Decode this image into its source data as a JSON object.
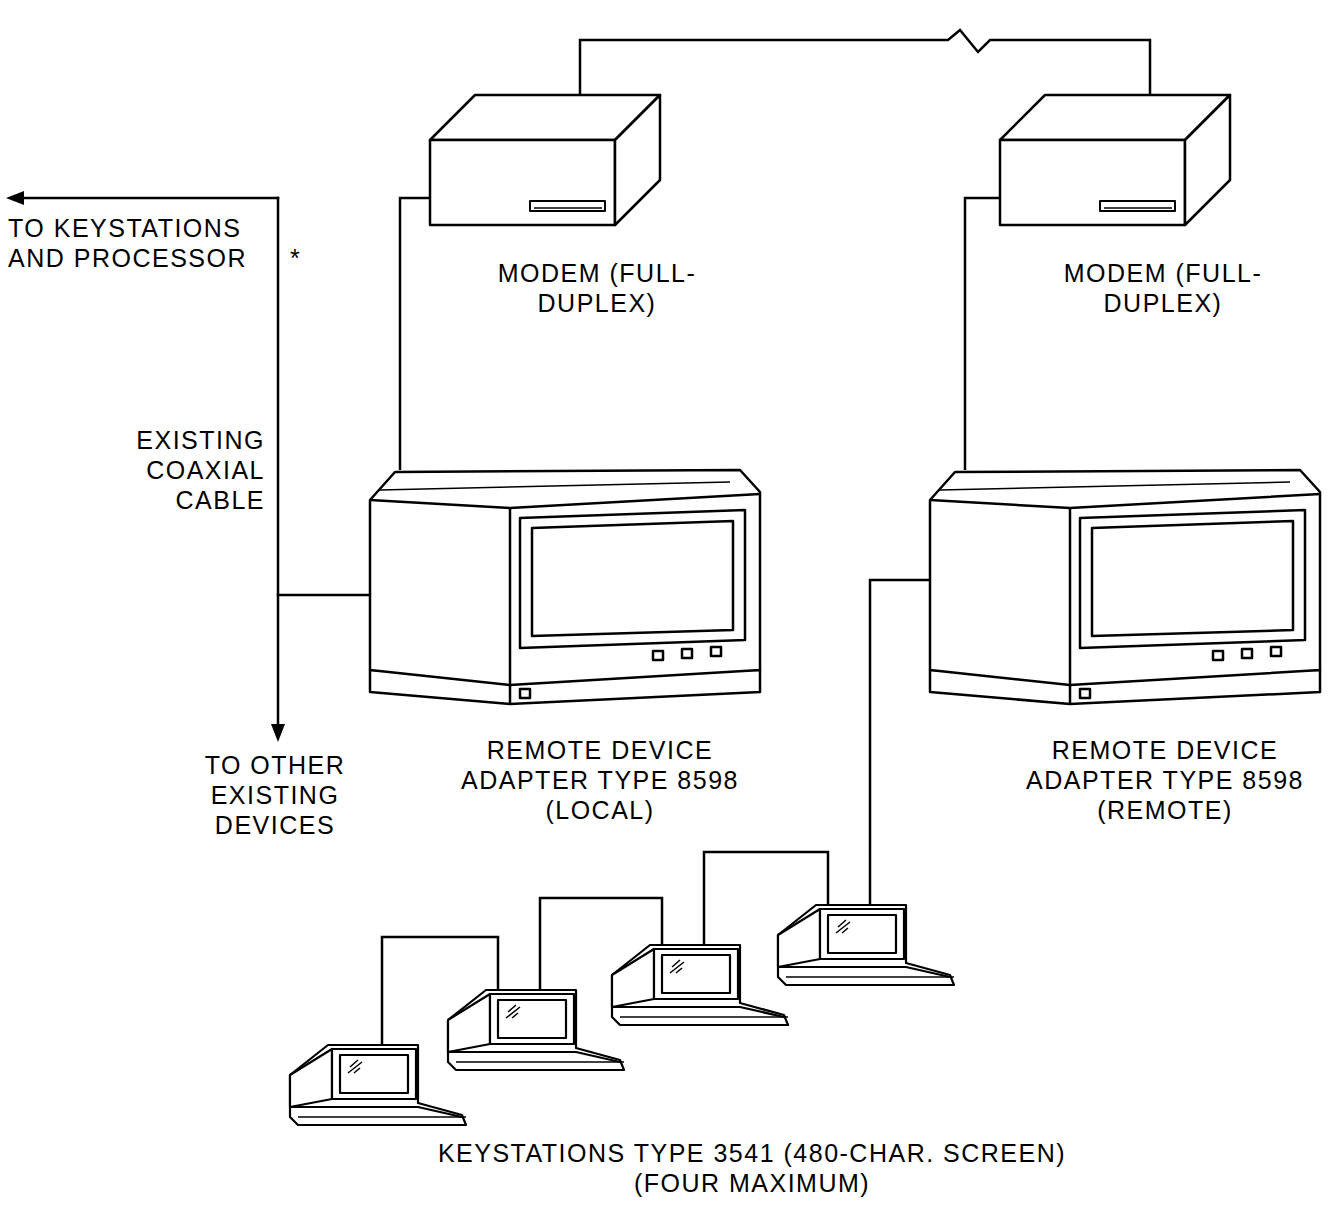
{
  "diagram": {
    "nodes": [
      {
        "text": [
          "MODEM (FULL-DUPLEX)"
        ]
      },
      {
        "text": [
          "MODEM (FULL-DUPLEX)"
        ]
      },
      {
        "text": [
          "REMOTE DEVICE ADAPTER TYPE 8598 (LOCAL)"
        ]
      },
      {
        "text": [
          "REMOTE DEVICE ADAPTER TYPE 8598 (REMOTE)"
        ]
      },
      {
        "text": [
          "KEYSTATIONS TYPE 3541 (480-CHAR. SCREEN) (FOUR MAXIMUM)"
        ]
      }
    ],
    "edges": [
      {
        "from": 0,
        "to": 1,
        "arrow": "none"
      },
      {
        "from": 0,
        "to": 2,
        "arrow": "none"
      },
      {
        "from": 1,
        "to": 3,
        "arrow": "none"
      },
      {
        "from": 3,
        "to": 4,
        "arrow": "none"
      }
    ],
    "labels": [
      "TO KEYSTATIONS AND PROCESSOR",
      "*",
      "EXISTING COAXIAL CABLE",
      "TO OTHER EXISTING DEVICES"
    ]
  }
}
